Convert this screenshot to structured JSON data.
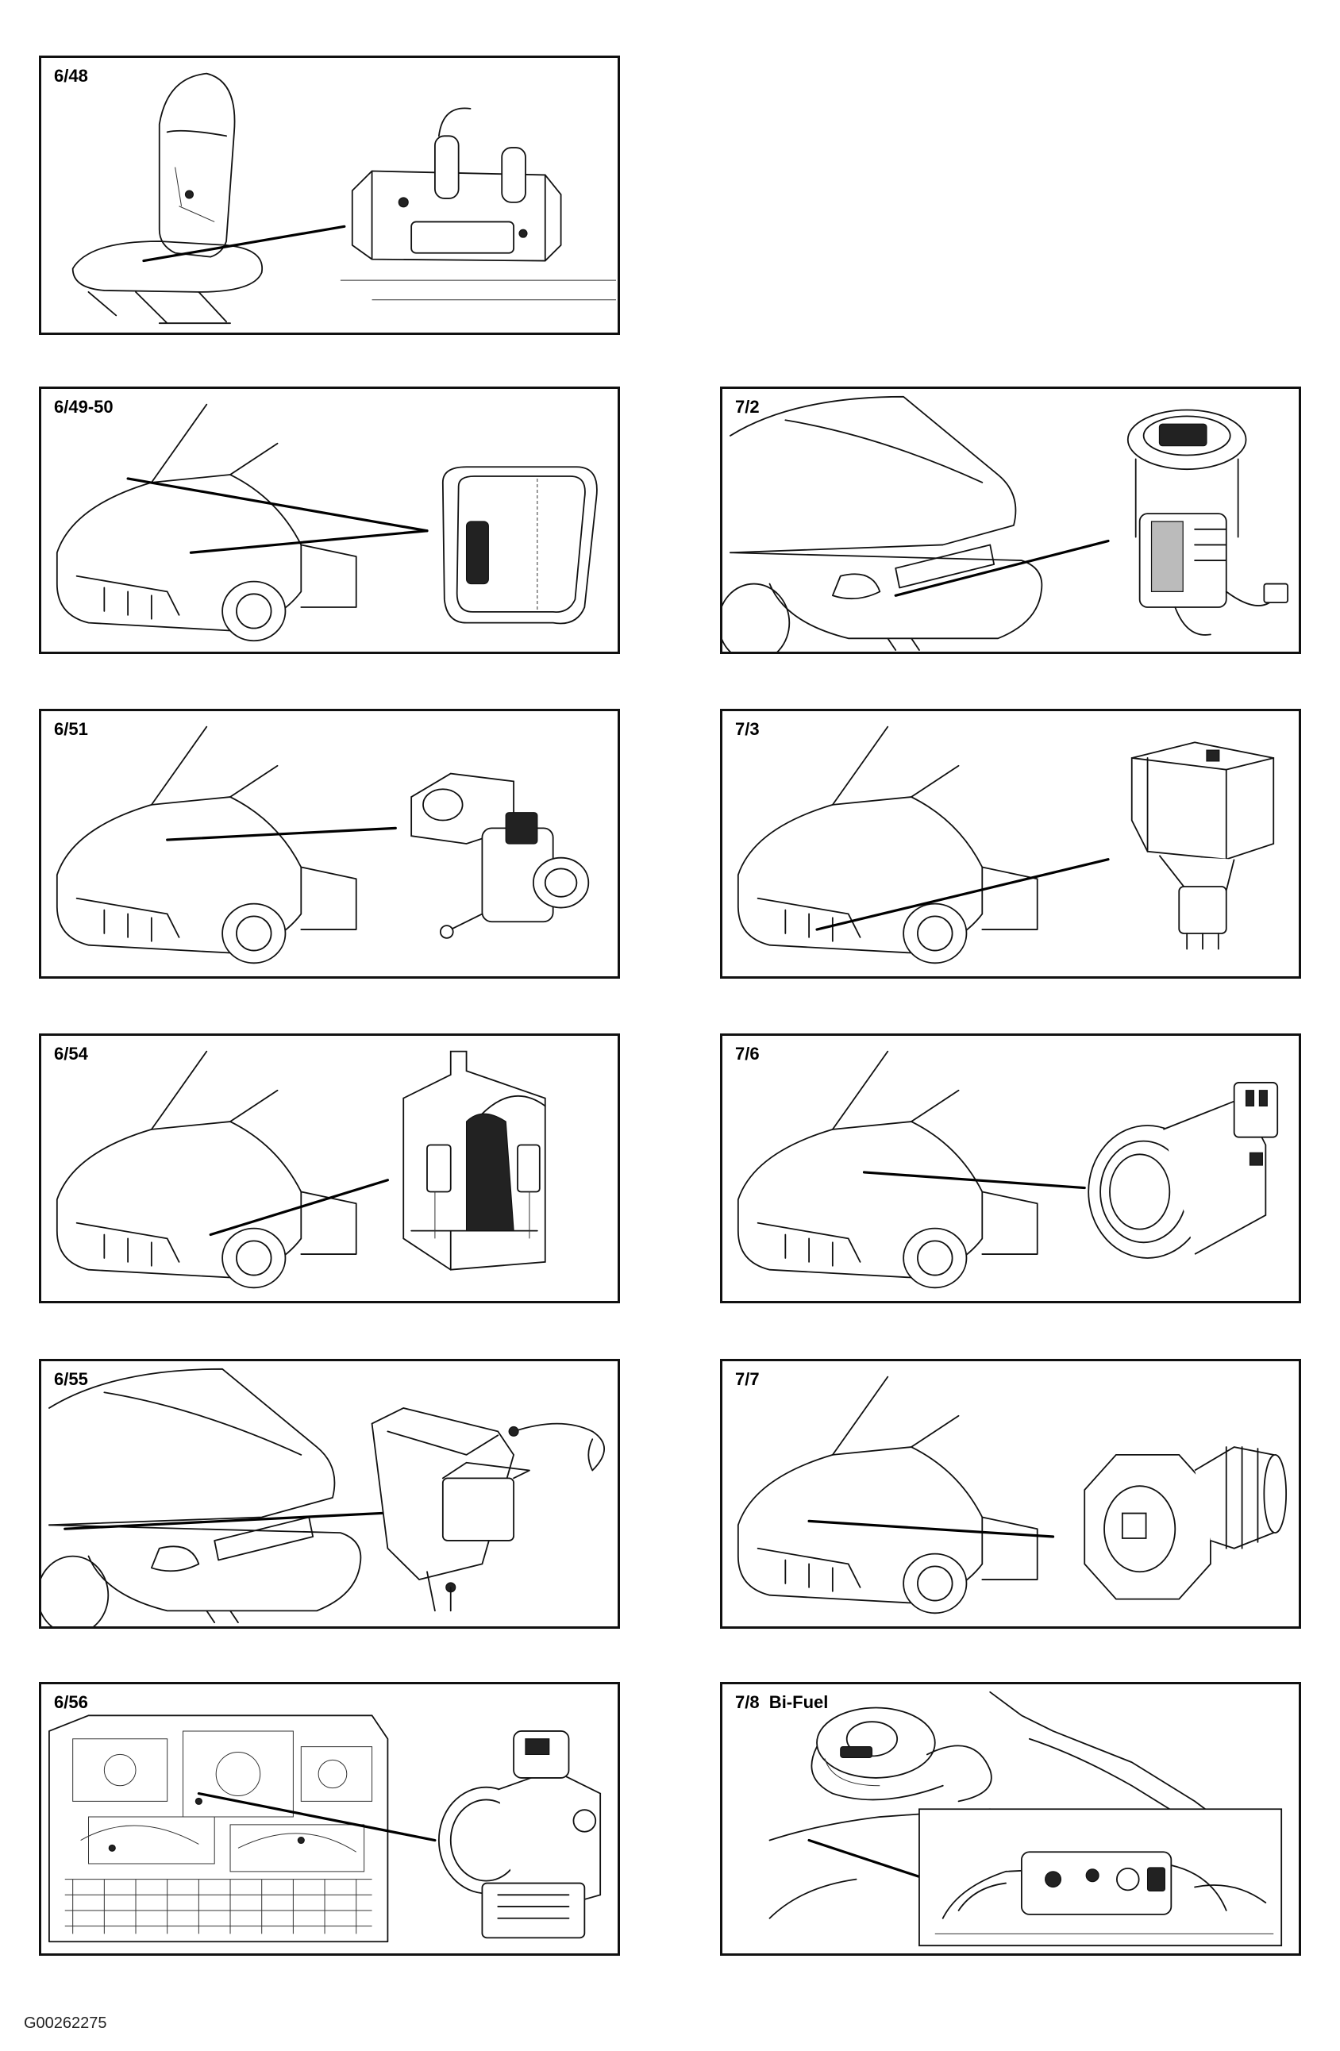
{
  "figure_code": "G00262275",
  "panels": [
    {
      "id": "p1",
      "label": "6/48"
    },
    {
      "id": "p2",
      "label": "6/49-50"
    },
    {
      "id": "p3",
      "label": "7/2"
    },
    {
      "id": "p4",
      "label": "6/51"
    },
    {
      "id": "p5",
      "label": "7/3"
    },
    {
      "id": "p6",
      "label": "6/54"
    },
    {
      "id": "p7",
      "label": "7/6"
    },
    {
      "id": "p8",
      "label": "6/55"
    },
    {
      "id": "p9",
      "label": "7/7"
    },
    {
      "id": "p10",
      "label": "6/56"
    },
    {
      "id": "p11",
      "label": "7/8  Bi-Fuel"
    }
  ]
}
